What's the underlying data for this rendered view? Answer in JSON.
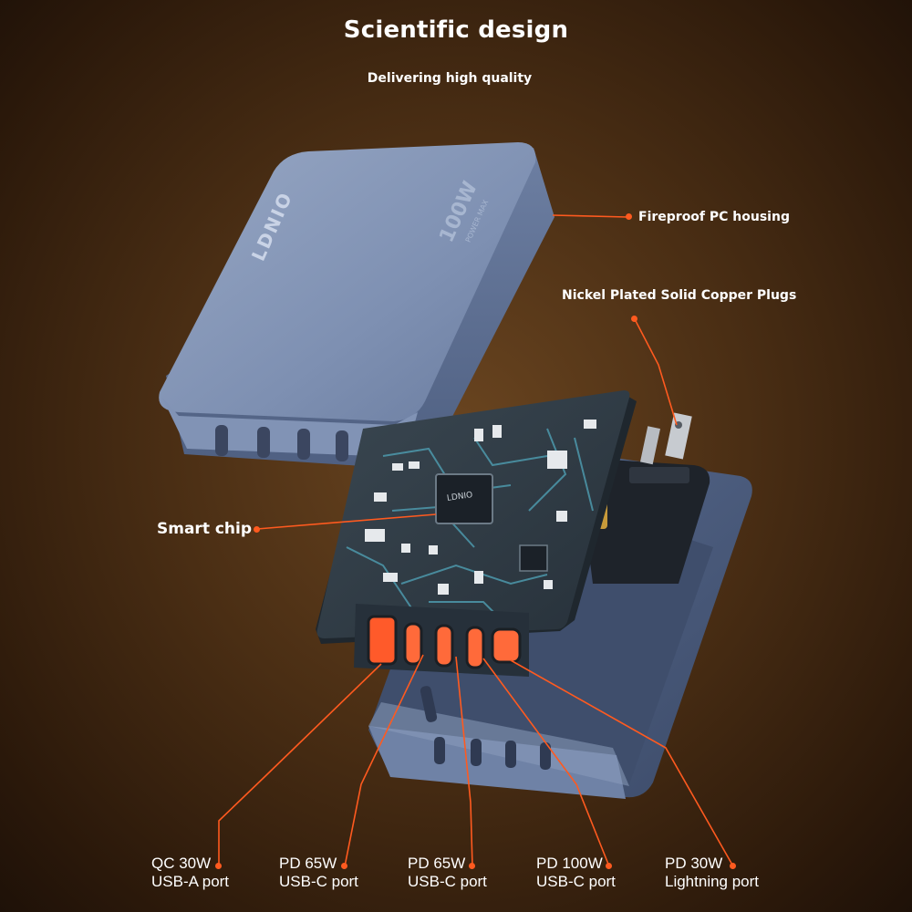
{
  "heading": {
    "title": "Scientific design",
    "subtitle": "Delivering high quality"
  },
  "callouts": {
    "housing": "Fireproof PC housing",
    "plugs": "Nickel Plated Solid Copper Plugs",
    "chip": "Smart chip"
  },
  "product": {
    "brand": "LDNIO",
    "chip_brand": "LDNIO",
    "rating": "100W",
    "badge": "POWER MAX"
  },
  "ports": [
    {
      "power": "QC 30W",
      "type": "USB-A port"
    },
    {
      "power": "PD 65W",
      "type": "USB-C port"
    },
    {
      "power": "PD 65W",
      "type": "USB-C port"
    },
    {
      "power": "PD 100W",
      "type": "USB-C port"
    },
    {
      "power": "PD 30W",
      "type": "Lightning port"
    }
  ],
  "colors": {
    "accent": "#ff5a1f",
    "housing": "#7f92b4",
    "pcb": "#2e3a44",
    "trace": "#4f9fb3"
  }
}
